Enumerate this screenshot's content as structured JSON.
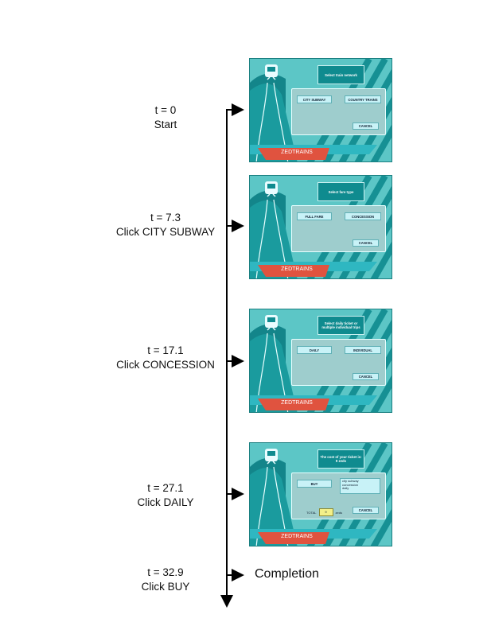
{
  "timeline": {
    "steps": [
      {
        "time": "t = 0",
        "action": "Start"
      },
      {
        "time": "t = 7.3",
        "action": "Click CITY SUBWAY"
      },
      {
        "time": "t = 17.1",
        "action": "Click CONCESSION"
      },
      {
        "time": "t = 27.1",
        "action": "Click DAILY"
      },
      {
        "time": "t = 32.9",
        "action": "Click BUY"
      }
    ],
    "completion": "Completion"
  },
  "screens": [
    {
      "title": "Select train network",
      "left": "CITY SUBWAY",
      "right": "COUNTRY TRAINS",
      "cancel": "CANCEL",
      "brand": "ZEDTRAINS"
    },
    {
      "title": "Select fare type",
      "left": "FULL FARE",
      "right": "CONCESSION",
      "cancel": "CANCEL",
      "brand": "ZEDTRAINS"
    },
    {
      "title": "Select daily ticket or multiple individual trips",
      "left": "DAILY",
      "right": "INDIVIDUAL",
      "cancel": "CANCEL",
      "brand": "ZEDTRAINS"
    },
    {
      "title": "The cost of your ticket is: 9 zeds",
      "left": "BUY",
      "summary": [
        "city subway",
        "concession",
        "daily"
      ],
      "total_label": "TOTAL",
      "total_value": "9",
      "total_unit": "zeds",
      "cancel": "CANCEL",
      "brand": "ZEDTRAINS"
    }
  ],
  "colors": {
    "teal_dark": "#0f8b8f",
    "teal_light": "#5cc6c6",
    "panel": "#9ecdcd",
    "button": "#c8f2f7",
    "brand_red": "#e0533f",
    "total_yellow": "#f3f08a"
  }
}
